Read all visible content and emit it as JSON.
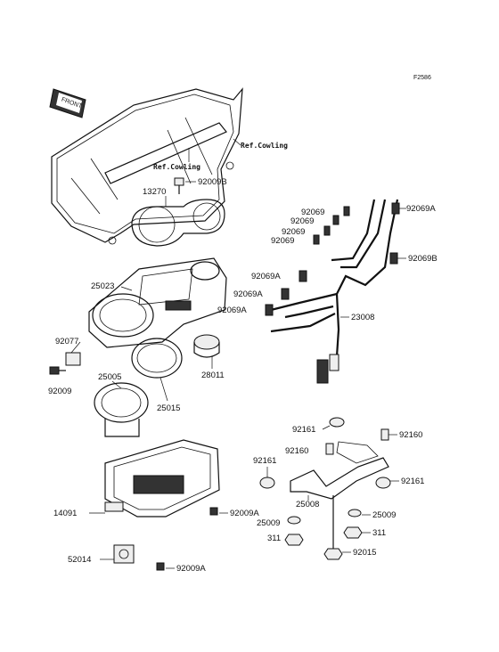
{
  "figure_code": "F2586",
  "front_badge": "FRONT",
  "ref_cowling_1": "Ref.Cowling",
  "ref_cowling_2": "Ref.Cowling",
  "parts": {
    "p92009B": "92009B",
    "p13270": "13270",
    "p25023": "25023",
    "p92077": "92077",
    "p92009": "92009",
    "p25005": "25005",
    "p25015": "25015",
    "p28011": "28011",
    "p14091": "14091",
    "p52014": "52014",
    "p92009A_a": "92009A",
    "p92009A_b": "92009A",
    "p92069_1": "92069",
    "p92069_2": "92069",
    "p92069_3": "92069",
    "p92069_4": "92069",
    "p92069A_r": "92069A",
    "p92069B": "92069B",
    "p92069A_1": "92069A",
    "p92069A_2": "92069A",
    "p92069A_3": "92069A",
    "p23008": "23008",
    "p92161_a": "92161",
    "p92160_a": "92160",
    "p92160_b": "92160",
    "p92161_b": "92161",
    "p92161_c": "92161",
    "p25008": "25008",
    "p25009_a": "25009",
    "p25009_b": "25009",
    "p311_a": "311",
    "p311_b": "311",
    "p92015": "92015"
  }
}
